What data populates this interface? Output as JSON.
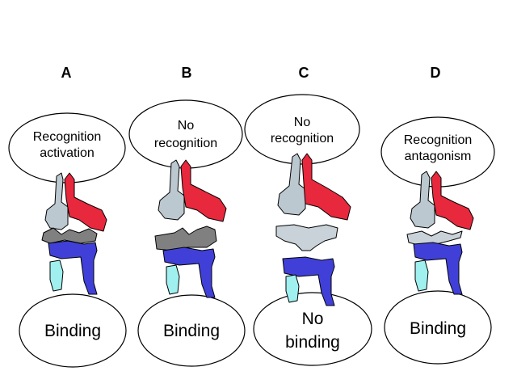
{
  "panels": [
    {
      "label": "A",
      "top_text": [
        "Recognition",
        "activation"
      ],
      "bottom_text": [
        "Binding"
      ]
    },
    {
      "label": "B",
      "top_text": [
        "No",
        "recognition"
      ],
      "bottom_text": [
        "Binding"
      ]
    },
    {
      "label": "C",
      "top_text": [
        "No",
        "recognition"
      ],
      "bottom_text": [
        "No",
        "binding"
      ]
    },
    {
      "label": "D",
      "top_text": [
        "Recognition",
        "antagonism"
      ],
      "bottom_text": [
        "Binding"
      ]
    }
  ],
  "colors": {
    "tcr_alpha": "#bcc8d0",
    "tcr_beta": "#e8283c",
    "peptide_altered": "#808080",
    "peptide_native": "#c8d2d8",
    "mhc_heavy": "#4040d8",
    "mhc_light": "#a0f0f0"
  }
}
